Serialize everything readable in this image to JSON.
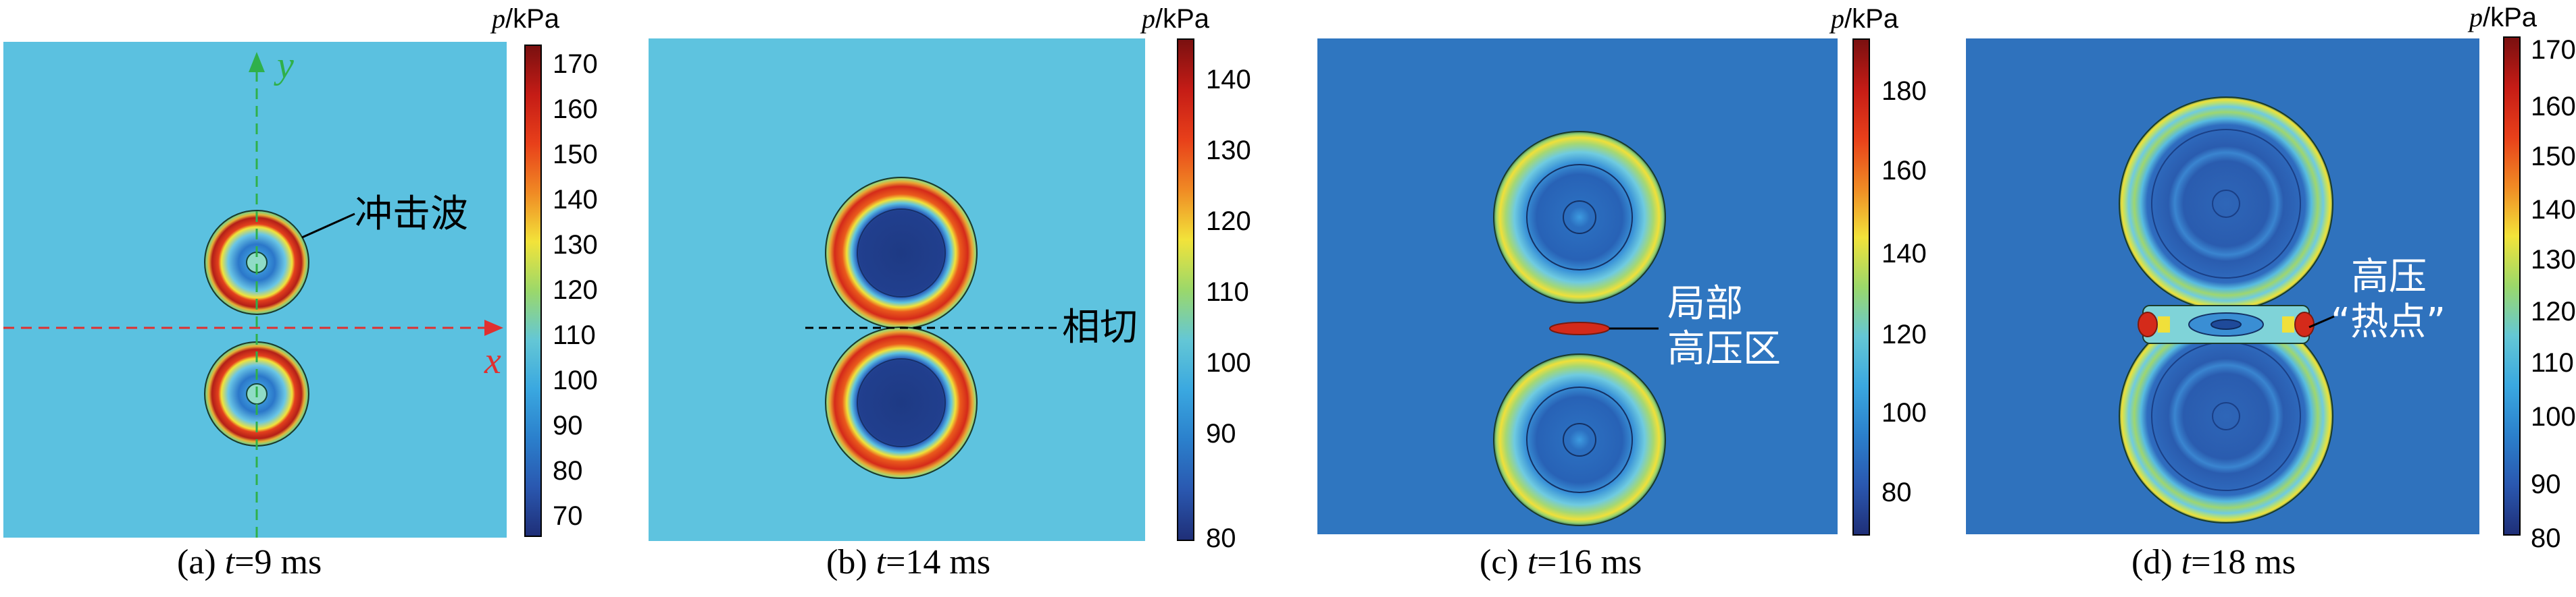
{
  "colorbar_title_var": "p",
  "colorbar_title_unit": "/kPa",
  "panels": [
    {
      "caption_prefix": "(a) ",
      "caption_var": "t",
      "caption_value": "=9 ms",
      "ticks": [
        "170",
        "160",
        "150",
        "140",
        "130",
        "120",
        "110",
        "100",
        "90",
        "80",
        "70"
      ],
      "annotation": "冲击波",
      "axis_x": "x",
      "axis_y": "y"
    },
    {
      "caption_prefix": "(b) ",
      "caption_var": "t",
      "caption_value": "=14 ms",
      "ticks": [
        "140",
        "130",
        "120",
        "110",
        "100",
        "90",
        "80"
      ],
      "annotation": "相切"
    },
    {
      "caption_prefix": "(c) ",
      "caption_var": "t",
      "caption_value": "=16 ms",
      "ticks": [
        "180",
        "160",
        "140",
        "120",
        "100",
        "80"
      ],
      "annotation_line1": "局部",
      "annotation_line2": "高压区"
    },
    {
      "caption_prefix": "(d) ",
      "caption_var": "t",
      "caption_value": "=18 ms",
      "ticks": [
        "170",
        "160",
        "150",
        "140",
        "130",
        "120",
        "110",
        "100",
        "90",
        "80"
      ],
      "annotation_line1": "高压",
      "annotation_line2": "“热点”"
    }
  ],
  "colors": {
    "background_a": "#5bc1e0",
    "background_b": "#5ec3df",
    "background_c": "#2f76c0",
    "background_d": "#2f72bd",
    "shock_red": "#d42a1a",
    "axis_red": "#e03030",
    "axis_green": "#2fb04a"
  }
}
